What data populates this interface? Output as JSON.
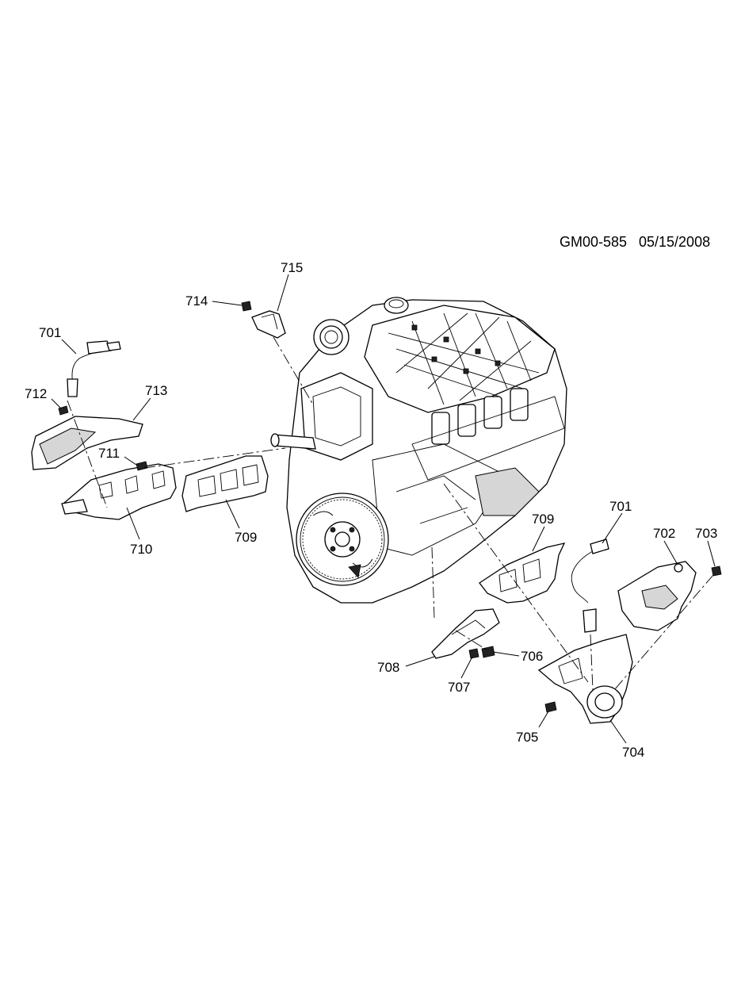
{
  "header": {
    "diagram_code": "GM00-585",
    "date": "05/15/2008"
  },
  "callouts": {
    "c701_left": "701",
    "c712": "712",
    "c713": "713",
    "c711": "711",
    "c710": "710",
    "c709_left": "709",
    "c714": "714",
    "c715": "715",
    "c709_right": "709",
    "c701_right": "701",
    "c702": "702",
    "c703": "703",
    "c708": "708",
    "c706": "706",
    "c707": "707",
    "c705": "705",
    "c704": "704"
  }
}
